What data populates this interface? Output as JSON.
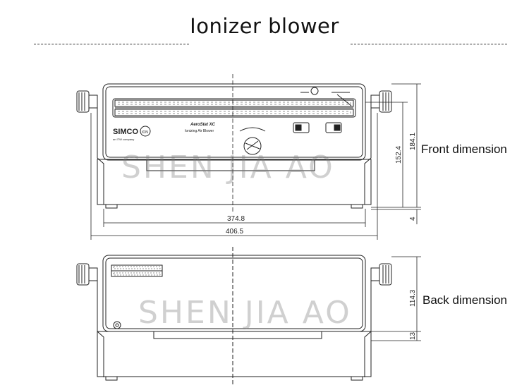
{
  "title": "Ionizer blower",
  "labels": {
    "front": "Front dimension",
    "back": "Back dimension"
  },
  "watermark": "SHEN JIA AO",
  "front": {
    "brand": "SIMCO",
    "brand_badge": "ION",
    "brand_sub": "an ITW company",
    "model": "AeroStat XC",
    "model_sub": "Ionizing Air Blower",
    "dimensions": {
      "inner_width": "374.8",
      "outer_width": "406.5",
      "height_inner": "152.4",
      "height_outer": "184.1",
      "foot": "4"
    }
  },
  "back": {
    "dimensions": {
      "height": "114.3",
      "foot": "13"
    }
  },
  "colors": {
    "line": "#222222",
    "watermark": "#8a8a8a"
  }
}
